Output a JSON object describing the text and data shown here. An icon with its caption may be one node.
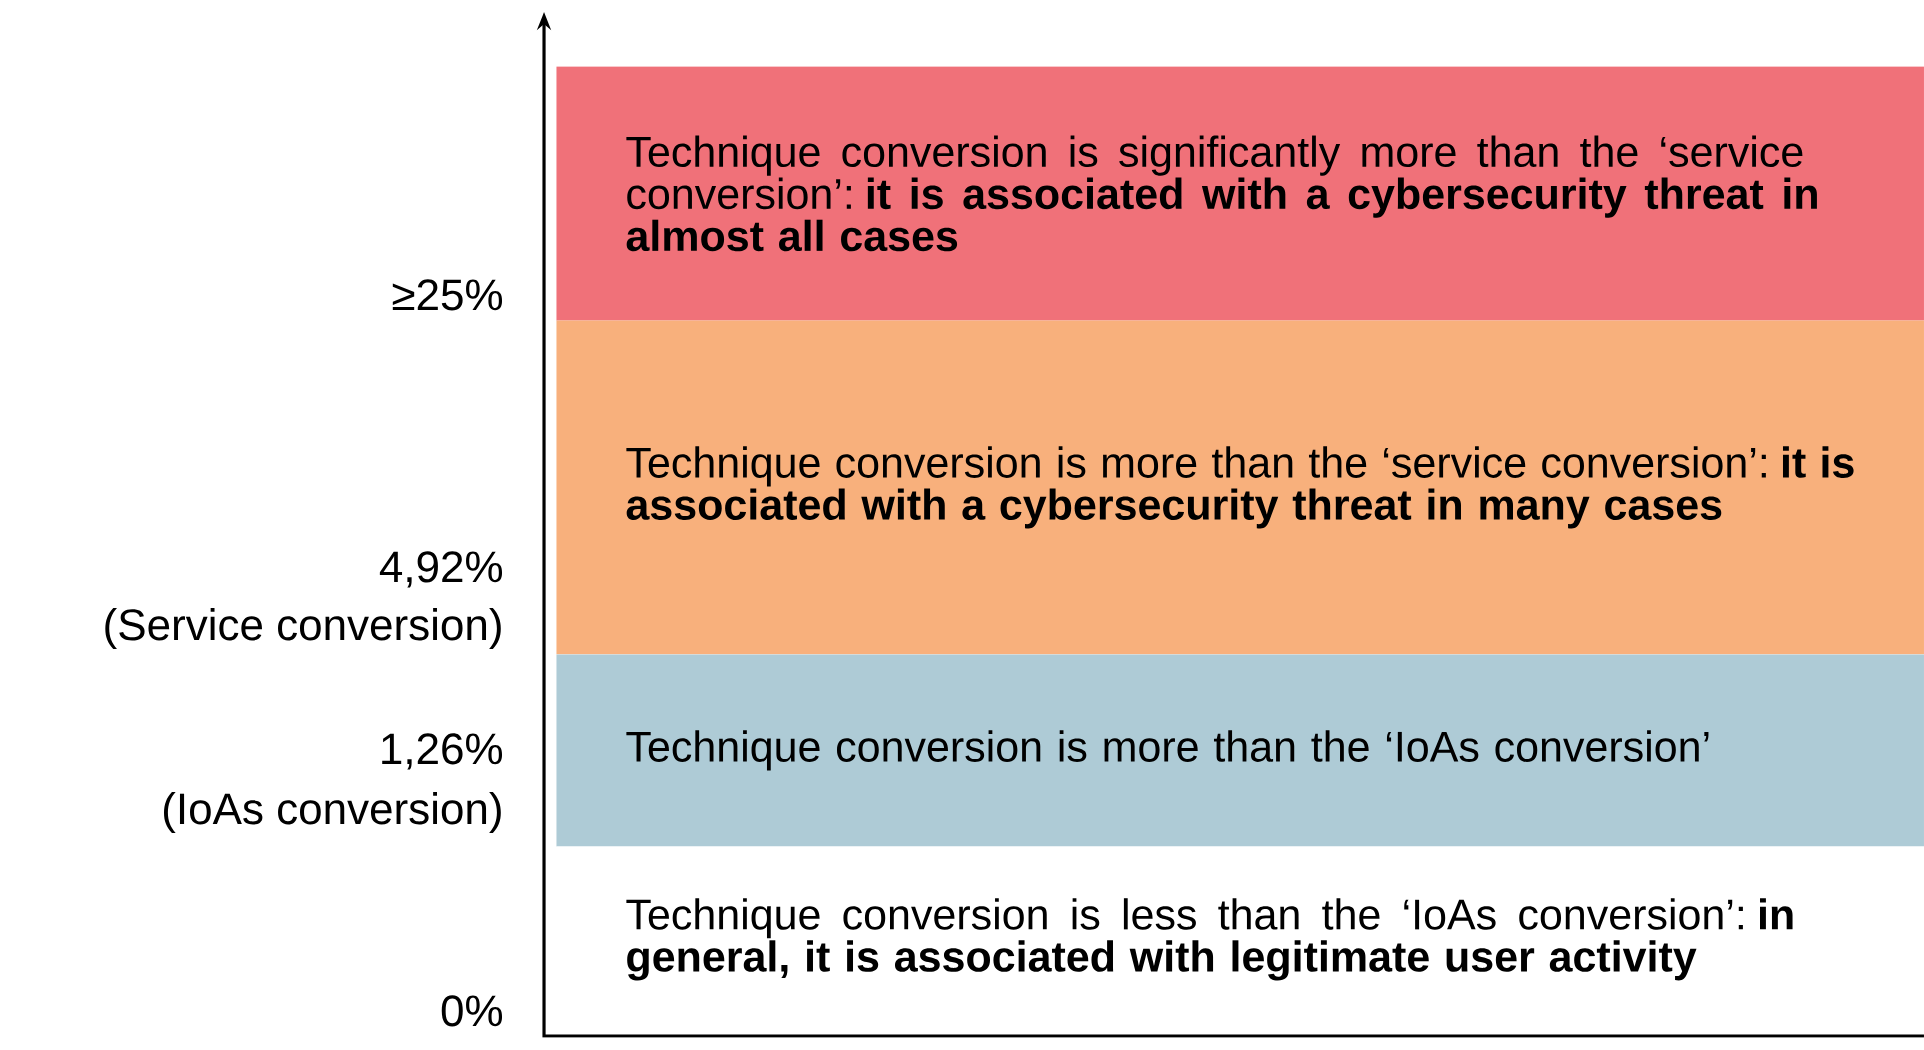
{
  "diagram": {
    "nodes": [
      {
        "text": [
          "Technique conversion is significantly more than the ‘service conversion’: **it is associated with a cybersecurity threat in almost all cases**"
        ]
      },
      {
        "text": [
          "Technique conversion is more than the ‘service conversion’: **it is associated with a cybersecurity threat in many cases**"
        ]
      },
      {
        "text": [
          "Technique conversion is more than the ‘IoAs conversion’"
        ]
      },
      {
        "text": [
          "Technique conversion is less than the ‘IoAs conversion’: **in general, it is associated with legitimate user activity**"
        ]
      }
    ],
    "edges": [],
    "labels": [
      "≥25%",
      "4,92%",
      "(Service conversion)",
      "1,26%",
      "(IoAs conversion)",
      "0%"
    ]
  }
}
